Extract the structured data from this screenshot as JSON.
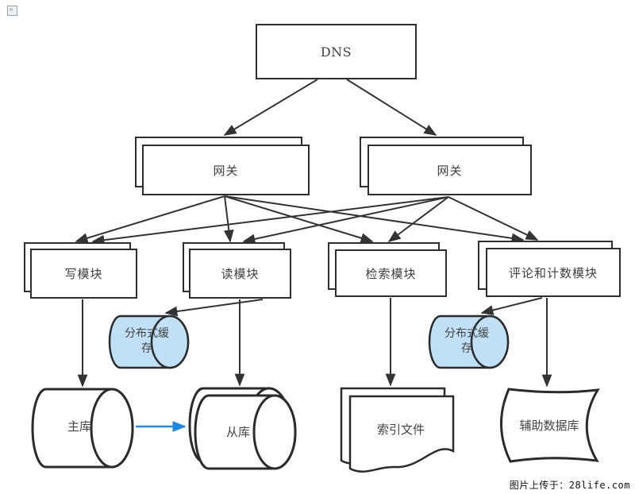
{
  "page": {
    "watermark": "图片上传于：28life.com"
  },
  "colors": {
    "line": "#333333",
    "box_border": "#2e2e2e",
    "cache_fill": "#bfe0f5",
    "blue_arrow": "#1e88e5",
    "text": "#444444"
  },
  "nodes": {
    "dns": {
      "label": "DNS",
      "shape": "rectangle"
    },
    "gateway_left": {
      "label": "网关",
      "shape": "stacked-rectangle"
    },
    "gateway_right": {
      "label": "网关",
      "shape": "stacked-rectangle"
    },
    "module_write": {
      "label": "写模块",
      "shape": "stacked-rectangle"
    },
    "module_read": {
      "label": "读模块",
      "shape": "stacked-rectangle"
    },
    "module_search": {
      "label": "检索模块",
      "shape": "stacked-rectangle"
    },
    "module_comment": {
      "label": "评论和计数模块",
      "shape": "stacked-rectangle"
    },
    "cache_left": {
      "label": "分布式缓存",
      "shape": "cylinder-blue"
    },
    "cache_right": {
      "label": "分布式缓存",
      "shape": "cylinder-blue"
    },
    "db_master": {
      "label": "主库",
      "shape": "cylinder"
    },
    "db_slave": {
      "label": "从库",
      "shape": "stacked-cylinder"
    },
    "index_file": {
      "label": "索引文件",
      "shape": "stacked-document"
    },
    "db_auxiliary": {
      "label": "辅助数据库",
      "shape": "stored-data"
    }
  },
  "edges": [
    {
      "from": "dns",
      "to": "gateway_left"
    },
    {
      "from": "dns",
      "to": "gateway_right"
    },
    {
      "from": "gateway_left",
      "to": "module_write"
    },
    {
      "from": "gateway_left",
      "to": "module_read"
    },
    {
      "from": "gateway_left",
      "to": "module_search"
    },
    {
      "from": "gateway_left",
      "to": "module_comment"
    },
    {
      "from": "gateway_right",
      "to": "module_write"
    },
    {
      "from": "gateway_right",
      "to": "module_read"
    },
    {
      "from": "gateway_right",
      "to": "module_search"
    },
    {
      "from": "gateway_right",
      "to": "module_comment"
    },
    {
      "from": "module_write",
      "to": "db_master"
    },
    {
      "from": "module_read",
      "to": "cache_left"
    },
    {
      "from": "module_read",
      "to": "db_slave"
    },
    {
      "from": "module_search",
      "to": "index_file"
    },
    {
      "from": "module_comment",
      "to": "cache_right"
    },
    {
      "from": "module_comment",
      "to": "db_auxiliary"
    },
    {
      "from": "db_master",
      "to": "db_slave",
      "color": "blue"
    }
  ]
}
